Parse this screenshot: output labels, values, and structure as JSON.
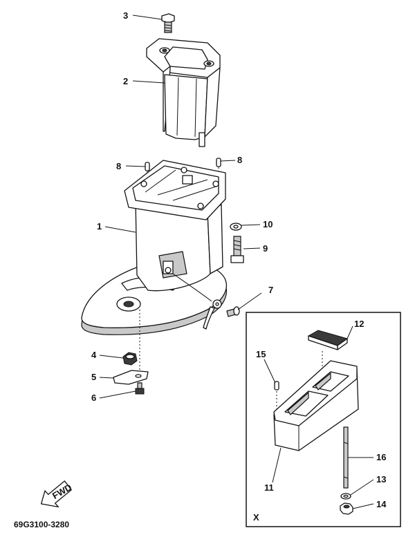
{
  "callouts": {
    "c1": "1",
    "c2": "2",
    "c3": "3",
    "c4": "4",
    "c5": "5",
    "c6": "6",
    "c7": "7",
    "c8a": "8",
    "c8b": "8",
    "c9": "9",
    "c10": "10",
    "c11": "11",
    "c12": "12",
    "c13": "13",
    "c14": "14",
    "c15": "15",
    "c16": "16"
  },
  "inset": {
    "label": "X"
  },
  "direction": {
    "label": "FWD"
  },
  "footer": {
    "code": "69G3100-3280"
  }
}
